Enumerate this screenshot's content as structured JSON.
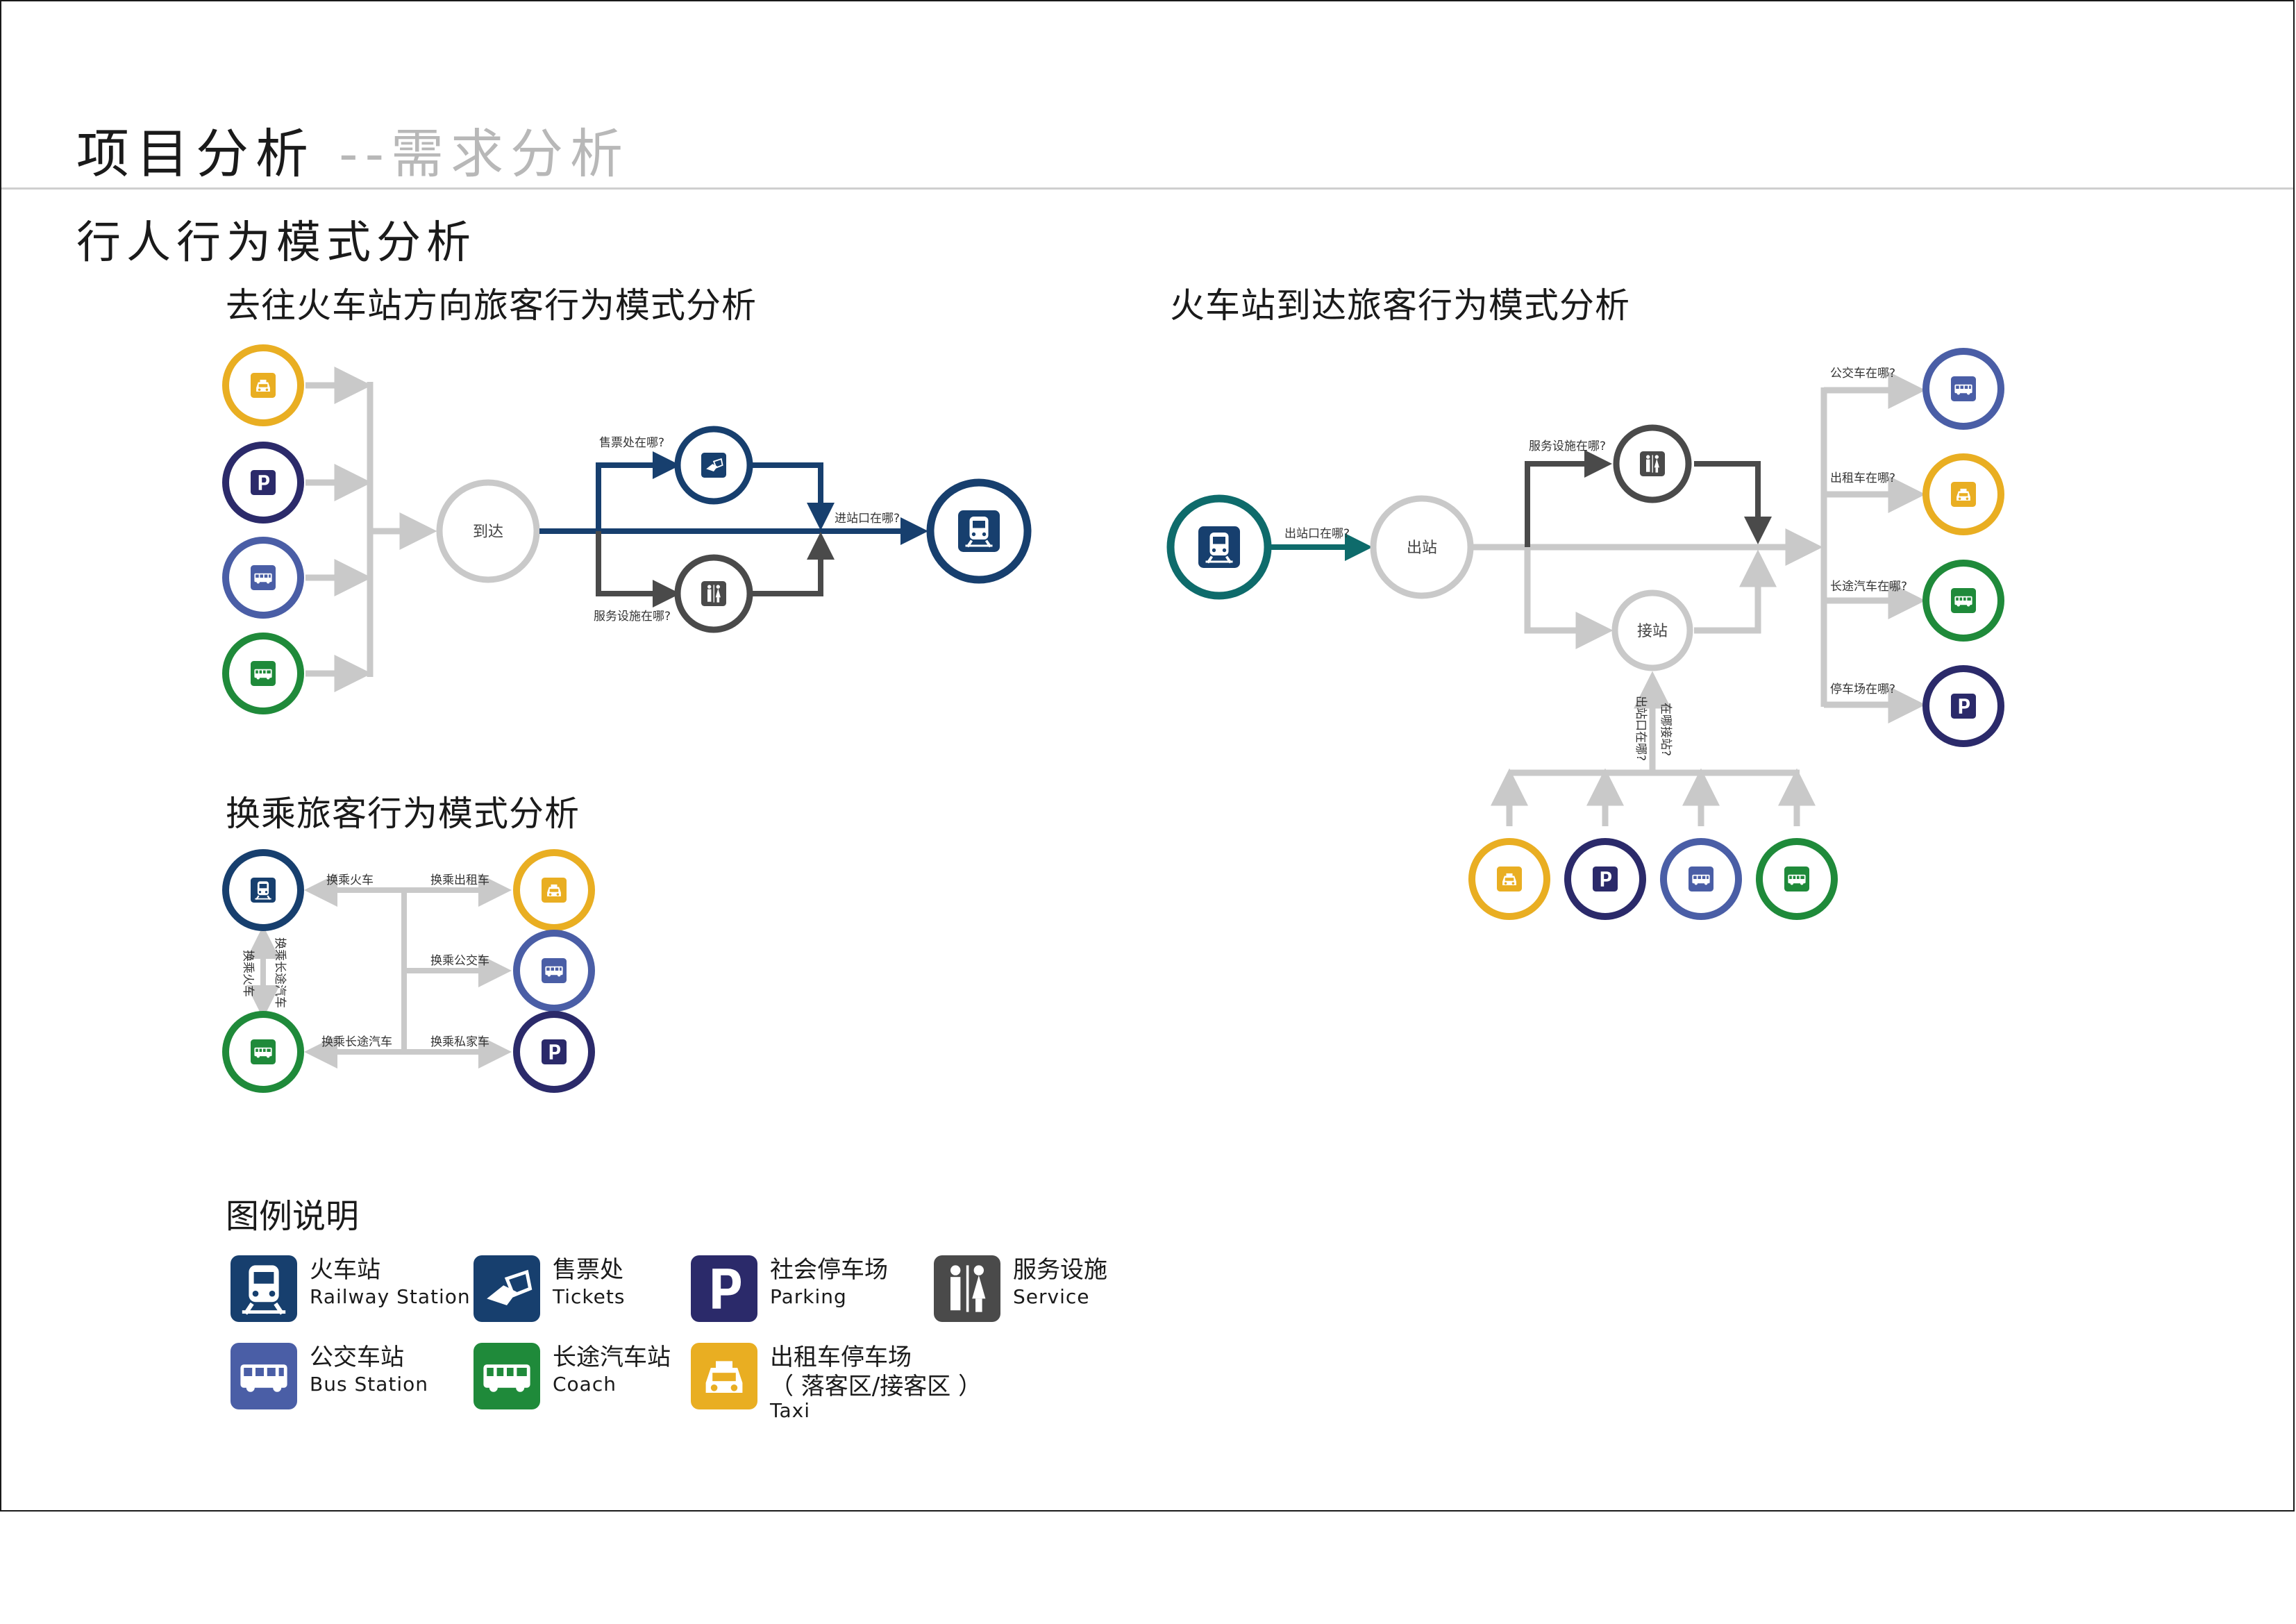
{
  "page": {
    "title_main": "项目分析",
    "title_sep": "--",
    "title_sub": "需求分析",
    "section_title": "行人行为模式分析"
  },
  "colors": {
    "taxi": "#e9ae22",
    "parking": "#2b2a6a",
    "bus": "#4a5ea6",
    "coach": "#1f8a3a",
    "rail_blue": "#173f6e",
    "rail_teal": "#0e6b6b",
    "service": "#4a4a4a",
    "flow_gray": "#c9c9c9",
    "flow_dark": "#173f6e",
    "exit_teal": "#0e6b6b"
  },
  "diagram_departing": {
    "heading": "去往火车站方向旅客行为模式分析",
    "inputs": [
      "taxi-icon",
      "parking-icon",
      "bus-icon",
      "coach-icon"
    ],
    "arrive_label": "到达",
    "ticket_question": "售票处在哪?",
    "service_question": "服务设施在哪?",
    "entrance_question": "进站口在哪?",
    "destination": "railway-station-icon"
  },
  "diagram_arriving": {
    "heading": "火车站到达旅客行为模式分析",
    "exit_question": "出站口在哪?",
    "exit_label": "出站",
    "service_question": "服务设施在哪?",
    "pickup_label": "接站",
    "pickup_question_1": "出站口在哪?",
    "pickup_question_2": "在哪接站?",
    "bus_question": "公交车在哪?",
    "taxi_question": "出租车在哪?",
    "coach_question": "长途汽车在哪?",
    "parking_question": "停车场在哪?"
  },
  "diagram_transfer": {
    "heading": "换乘旅客行为模式分析",
    "to_train": "换乘火车",
    "to_taxi": "换乘出租车",
    "to_bus": "换乘公交车",
    "to_coach": "换乘长途汽车",
    "to_private_car": "换乘私家车",
    "vertical_train": "换乘火车",
    "vertical_coach": "换乘长途汽车"
  },
  "legend": {
    "title": "图例说明",
    "items": [
      {
        "cn": "火车站",
        "en": "Railway Station",
        "icon": "railway-station-icon"
      },
      {
        "cn": "售票处",
        "en": "Tickets",
        "icon": "tickets-icon"
      },
      {
        "cn": "社会停车场",
        "en": "Parking",
        "icon": "parking-icon"
      },
      {
        "cn": "服务设施",
        "en": "Service",
        "icon": "service-icon"
      },
      {
        "cn": "公交车站",
        "en": "Bus Station",
        "icon": "bus-icon"
      },
      {
        "cn": "长途汽车站",
        "en": "Coach",
        "icon": "coach-icon"
      },
      {
        "cn": "出租车停车场",
        "cn2": "（ 落客区/接客区 ）",
        "en": "Taxi",
        "icon": "taxi-icon"
      }
    ]
  }
}
